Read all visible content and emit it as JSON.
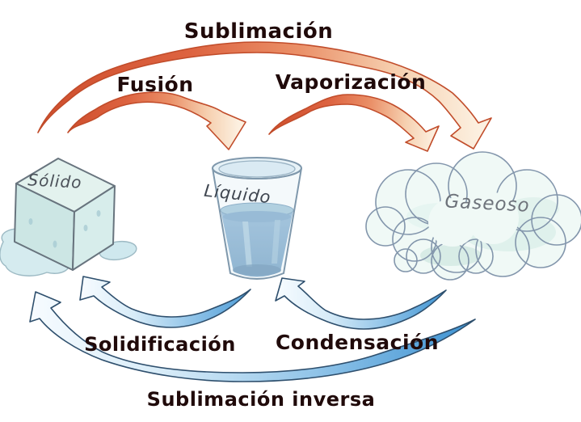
{
  "states": {
    "solido": {
      "label": "Sólido",
      "depiction": "ice cube melting into a puddle"
    },
    "liquido": {
      "label": "Líquido",
      "depiction": "glass of water"
    },
    "gaseoso": {
      "label": "Gaseoso",
      "depiction": "cloud"
    }
  },
  "transitions": {
    "sublimacion": {
      "label": "Sublimación",
      "from": "Sólido",
      "to": "Gaseoso",
      "arrow_color": "orange"
    },
    "fusion": {
      "label": "Fusión",
      "from": "Sólido",
      "to": "Líquido",
      "arrow_color": "orange"
    },
    "vaporizacion": {
      "label": "Vaporización",
      "from": "Líquido",
      "to": "Gaseoso",
      "arrow_color": "orange"
    },
    "solidificacion": {
      "label": "Solidificación",
      "from": "Líquido",
      "to": "Sólido",
      "arrow_color": "blue"
    },
    "condensacion": {
      "label": "Condensación",
      "from": "Gaseoso",
      "to": "Líquido",
      "arrow_color": "blue"
    },
    "sublimacion_inversa": {
      "label": "Sublimación inversa",
      "from": "Gaseoso",
      "to": "Sólido",
      "arrow_color": "blue"
    }
  },
  "colors": {
    "background": "#FFFFFF",
    "orange_arrow": "#DC5F3A",
    "orange_arrow_outline": "#C14C2A",
    "blue_arrow": "#3D92D2",
    "blue_arrow_outline": "#2E4F6D",
    "transition_label_text": "#200A0A",
    "state_label_text": "#4B5159"
  }
}
